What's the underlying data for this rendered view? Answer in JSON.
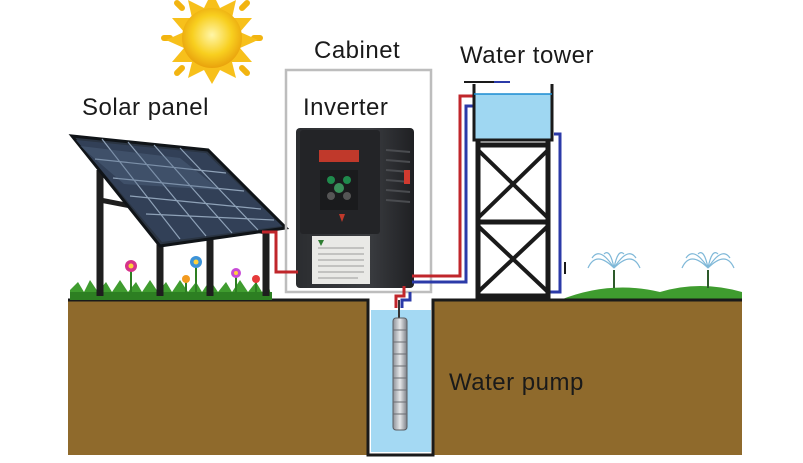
{
  "labels": {
    "solar_panel": "Solar panel",
    "cabinet": "Cabinet",
    "inverter": "Inverter",
    "water_tower": "Water tower",
    "water_pump": "Water pump"
  },
  "colors": {
    "soil": "#8f6a2c",
    "soil_line": "#1a1a1a",
    "water": "#9fd7f2",
    "grass": "#4caf3a",
    "dc_wire": "#c0262b",
    "ac_wire": "#2b3aa8",
    "sun": "#f6c21a"
  }
}
